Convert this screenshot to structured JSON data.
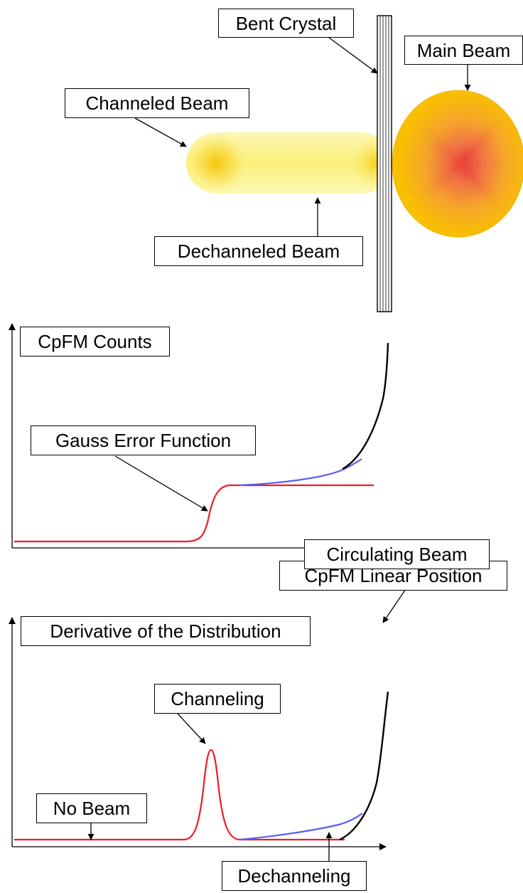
{
  "colors": {
    "error_function": "#ee1c25",
    "dechanneled_fit": "#5a5ff0",
    "main_curve": "#000000",
    "beam_yellow": "#fbf28c",
    "beam_orange": "#f7b500",
    "beam_red": "#e8383a"
  },
  "top_diagram": {
    "labels": {
      "bent_crystal": "Bent Crystal",
      "main_beam": "Main Beam",
      "channeled_beam": "Channeled Beam",
      "dechanneled_beam": "Dechanneled Beam"
    }
  },
  "plot_counts": {
    "y_axis_label": "CpFM Counts",
    "x_axis_label": "CpFM Linear Position",
    "annotation": "Gauss Error Function"
  },
  "plot_derivative": {
    "y_axis_label": "Derivative of the Distribution",
    "annotations": {
      "circulating_beam": "Circulating Beam",
      "channeling": "Channeling",
      "no_beam": "No Beam",
      "dechanneling": "Dechanneling"
    }
  }
}
